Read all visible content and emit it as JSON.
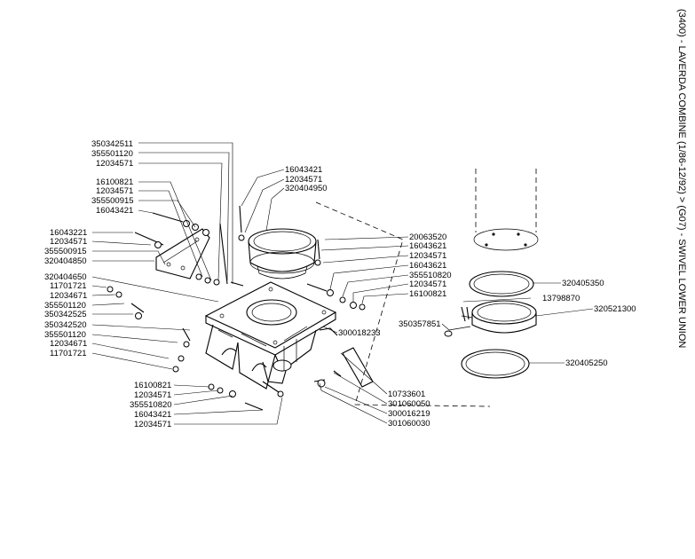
{
  "title": "(3400) - LAVERDA COMBINE (1/86-12/92) > (G07) - SWIVEL LOWER UNION",
  "part_labels": [
    "350342511",
    "355501120",
    "12034571",
    "16100821",
    "12034571",
    "355500915",
    "16043421",
    "16043221",
    "12034571",
    "355500915",
    "320404850",
    "320404650",
    "11701721",
    "12034671",
    "355501120",
    "350342525",
    "350342520",
    "355501120",
    "12034671",
    "11701721",
    "16043421",
    "12034571",
    "320404950",
    "20063520",
    "16043621",
    "12034571",
    "16043621",
    "355510820",
    "12034571",
    "16100821",
    "300018233",
    "320405350",
    "13798870",
    "320521300",
    "350357851",
    "320405250",
    "16100821",
    "12034571",
    "355510820",
    "16043421",
    "12034571",
    "10733601",
    "301060050",
    "300016219",
    "301060030"
  ]
}
